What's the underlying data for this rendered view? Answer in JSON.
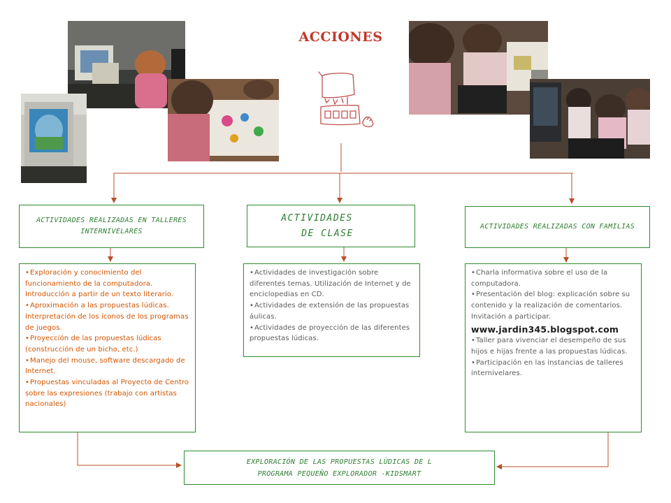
{
  "title": "ACCIONES",
  "colors": {
    "title": "#c0392b",
    "box_border": "#2e8b2e",
    "header_text": "#2e7d32",
    "connector": "#b5502a",
    "talleres_text": "#d35400",
    "list_text": "#5b5b5b"
  },
  "photos": [
    {
      "name": "children-computer-photo-1"
    },
    {
      "name": "computer-screen-photo"
    },
    {
      "name": "children-drawing-photo"
    },
    {
      "name": "children-keyboard-photo"
    },
    {
      "name": "children-desk-photo"
    }
  ],
  "drawing": {
    "name": "child-computer-drawing"
  },
  "columns": {
    "talleres": {
      "heading": "ACTIVIDADES REALIZADAS EN TALLERES INTERNIVELARES",
      "items": [
        "Exploración y conocimiento del funcionamiento de la computadora. Introducción a partir de un texto literario.",
        "Aproximación a las propuestas lúdicas. Interpretación de los íconos de los programas de juegos.",
        "Proyección de las propuestas lúdicas (construcción de un bicho, etc.)",
        "Manejo del mouse, software descargado de Internet.",
        "Propuestas vinculadas al Proyecto de Centro sobre las expresiones (trabajo con artistas nacionales)"
      ]
    },
    "clase": {
      "heading_line1": "ACTIVIDADES",
      "heading_line2": "DE CLASE",
      "items": [
        "Actividades de investigación sobre diferentes temas. Utilización de Internet y de enciclopedias en CD.",
        "Actividades de extensión de las propuestas áulicas.",
        "Actividades de proyección de las diferentes propuestas lúdicas."
      ]
    },
    "familias": {
      "heading": "ACTIVIDADES REALIZADAS CON FAMILIAS",
      "items_before_url": [
        "Charla informativa sobre el uso de la computadora.",
        "Presentación del blog: explicación sobre su contenido y la realización de comentarios. Invitación a participar."
      ],
      "url": "www.jardin345.blogspot.com",
      "items_after_url": [
        "Taller para vivenciar el desempeño de sus hijos e hijas frente a las propuestas lúdicas.",
        "Participación en las instancias de talleres internivelares."
      ]
    }
  },
  "bottom": {
    "line1": "EXPLORACIÓN DE LAS PROPUESTAS LÚDICAS DE L",
    "line2": "PROGRAMA PEQUEÑO EXPLORADOR -KIDSMART"
  }
}
